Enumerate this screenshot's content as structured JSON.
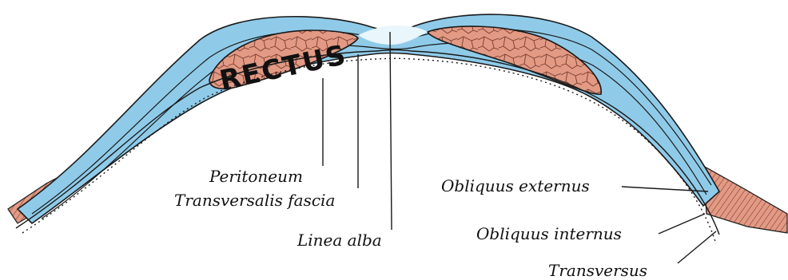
{
  "labels": {
    "rectus": "RECTUS",
    "peritoneum": "Peritoneum",
    "transversalis_fascia": "Transversalis fascia",
    "linea_alba": "Linea alba",
    "obliquus_externus": "Obliquus externus",
    "obliquus_internus": "Obliquus internus",
    "transversus": "Transversus"
  },
  "colors": {
    "muscle": "#e29a85",
    "sheath": "#8fcbe9",
    "outline": "#1a1a1a",
    "background": "#ffffff"
  }
}
